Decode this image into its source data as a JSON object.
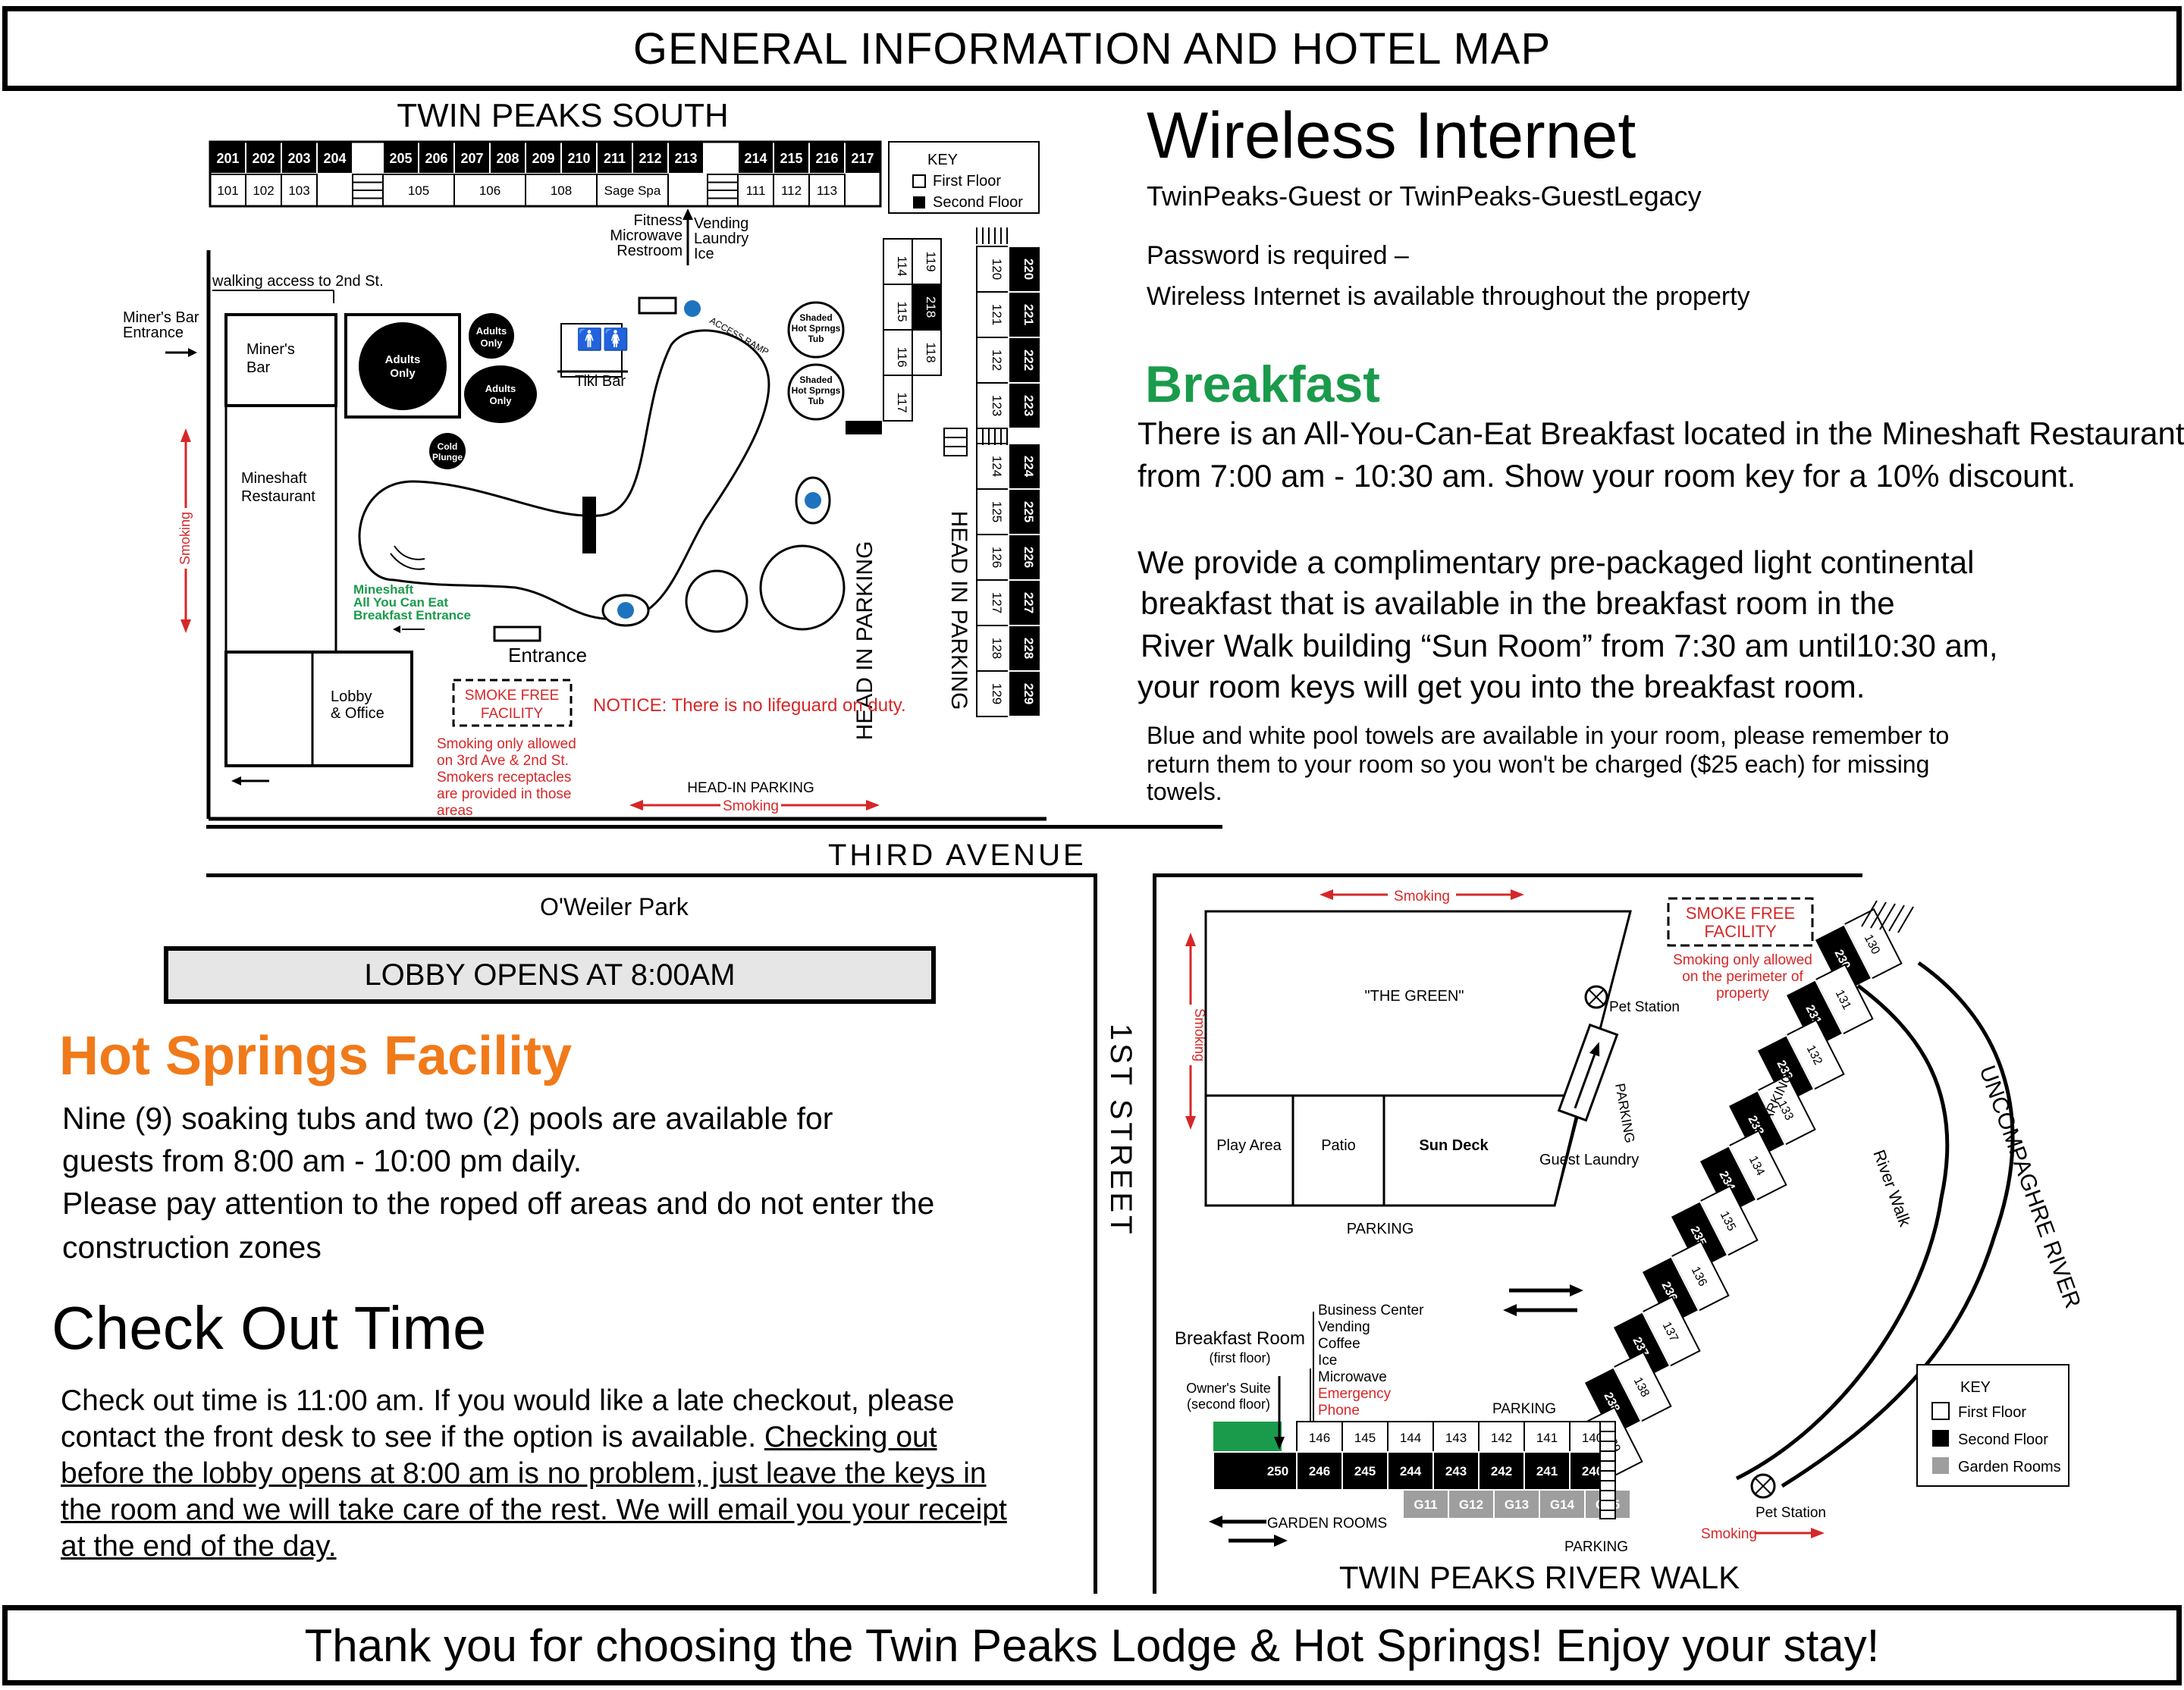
{
  "header": {
    "title": "GENERAL INFORMATION AND HOTEL MAP"
  },
  "footer": {
    "text": "Thank you for choosing the Twin Peaks Lodge & Hot Springs! Enjoy your stay!"
  },
  "colors": {
    "accent_green": "#1a9b4b",
    "accent_orange": "#f07a1a",
    "notice_red": "#d62728",
    "garden_gray": "#9e9e9e"
  },
  "wireless": {
    "title": "Wireless Internet",
    "networks": "TwinPeaks-Guest or TwinPeaks-GuestLegacy",
    "password": "Password is  required  –",
    "availability": "Wireless Internet is available throughout the property"
  },
  "breakfast": {
    "title": "Breakfast",
    "para1_line1": "There is an All-You-Can-Eat Breakfast located in the Mineshaft Restaurant",
    "para1_line2": "from 7:00 am - 10:30 am.  Show your room key for a 10% discount.",
    "para2_line1": "We provide a complimentary pre-packaged light continental",
    "para2_line2": "breakfast that is available in the breakfast room in the",
    "para2_line3": "River Walk building “Sun Room” from 7:30 am until10:30 am,",
    "para2_line4": "your room keys will get you into the breakfast room.",
    "towels_line1": "Blue and white pool towels are available in your room, please remember to",
    "towels_line2": "return them to your room so you won't be charged ($25 each) for missing",
    "towels_line3": "towels."
  },
  "south_map": {
    "title": "TWIN PEAKS SOUTH",
    "rooms_second_top": [
      "201",
      "202",
      "203",
      "204",
      "205",
      "206",
      "207",
      "208",
      "209",
      "210",
      "211",
      "212",
      "213",
      "214",
      "215",
      "216",
      "217"
    ],
    "rooms_first_top": [
      "101",
      "102",
      "103",
      "105",
      "106",
      "108",
      "Sage Spa",
      "111",
      "112",
      "113"
    ],
    "rooms_first_right": [
      "114",
      "115",
      "116",
      "117"
    ],
    "rooms_second_right_a": [
      "119",
      "218",
      "118"
    ],
    "rooms_first_far": [
      "120",
      "121",
      "122",
      "123",
      "124",
      "125",
      "126",
      "127",
      "128",
      "129"
    ],
    "rooms_second_far": [
      "220",
      "221",
      "222",
      "223",
      "224",
      "225",
      "226",
      "227",
      "228",
      "229"
    ],
    "key_title": "KEY",
    "key_first": "First Floor",
    "key_second": "Second Floor",
    "fitness": "Fitness",
    "microwave": "Microwave",
    "restroom": "Restroom",
    "vending": "Vending",
    "laundry": "Laundry",
    "ice": "Ice",
    "walking_access": "walking access to 2nd St.",
    "miners_bar_entrance_1": "Miner's Bar",
    "miners_bar_entrance_2": "Entrance",
    "miners_bar_1": "Miner's",
    "miners_bar_2": "Bar",
    "adults_only_1": "Adults",
    "adults_only_2": "Only",
    "tiki_bar": "Tiki Bar",
    "access_ramp": "ACCESS RAMP",
    "shaded_tub_1": "Shaded",
    "shaded_tub_2": "Hot Sprngs",
    "shaded_tub_3": "Tub",
    "cold_plunge_1": "Cold",
    "cold_plunge_2": "Plunge",
    "mineshaft_1": "Mineshaft",
    "mineshaft_2": "Restaurant",
    "smoking": "Smoking",
    "mineshaft_ent_1": "Mineshaft",
    "mineshaft_ent_2": "All You Can Eat",
    "mineshaft_ent_3": "Breakfast Entrance",
    "entrance": "Entrance",
    "lobby_1": "Lobby",
    "lobby_2": "& Office",
    "smoke_free_1": "SMOKE FREE",
    "smoke_free_2": "FACILITY",
    "notice": "NOTICE:    There is no lifeguard on duty.",
    "smoking_note_1": "Smoking only allowed",
    "smoking_note_2": "on 3rd Ave & 2nd St.",
    "smoking_note_3": "Smokers receptacles",
    "smoking_note_4": "are provided in those",
    "smoking_note_5": "areas",
    "head_in_parking": "HEAD IN PARKING",
    "head_in_parking_bottom": "HEAD-IN PARKING",
    "smoking_bottom": "Smoking"
  },
  "streets": {
    "third_ave": "THIRD AVENUE",
    "first_st": "1ST STREET"
  },
  "left_info": {
    "park": "O'Weiler Park",
    "lobby_opens": "LOBBY OPENS AT 8:00AM",
    "hot_springs_title": "Hot Springs Facility",
    "hs_line1": "Nine (9) soaking tubs and two (2) pools are available for",
    "hs_line2": "guests from 8:00 am - 10:00 pm daily.",
    "hs_line3": "Please pay attention to the roped off areas and do not enter the",
    "hs_line4": "construction zones",
    "checkout_title": "Check Out Time",
    "co_line1": "Check out time is 11:00 am. If you would like a late checkout, please",
    "co_line2a": "contact the front desk to see if the option is available. ",
    "co_line2b": "Checking out",
    "co_line3": "before the lobby opens at 8:00 am is no problem, just leave the keys in",
    "co_line4": "the room and we will take care of the rest. We will email you your receipt",
    "co_line5": "at the end of the day."
  },
  "riverwalk_map": {
    "title": "TWIN PEAKS RIVER WALK",
    "smoking": "Smoking",
    "the_green": "\"THE GREEN\"",
    "pet_station": "Pet Station",
    "parking": "PARKING",
    "guest_laundry": "Guest Laundry",
    "play_area": "Play Area",
    "patio": "Patio",
    "sun_deck": "Sun Deck",
    "smoke_free_1": "SMOKE FREE",
    "smoke_free_2": "FACILITY",
    "smoke_note_1": "Smoking only allowed",
    "smoke_note_2": "on the perimeter of",
    "smoke_note_3": "property",
    "river": "UNCOMPAGHRE RIVER",
    "river_walk": "River Walk",
    "breakfast_room": "Breakfast Room",
    "first_floor_note": "(first floor)",
    "owners_suite_1": "Owner's Suite",
    "owners_suite_2": "(second floor)",
    "business_1": "Business Center",
    "business_2": "Vending",
    "business_3": "Coffee",
    "business_4": "Ice",
    "business_5": "Microwave",
    "business_6": "Emergency",
    "business_7": "Phone",
    "garden_rooms": "GARDEN ROOMS",
    "rooms_first_row": [
      "146",
      "145",
      "144",
      "143",
      "142",
      "141",
      "140"
    ],
    "rooms_second_row": [
      "250",
      "246",
      "245",
      "244",
      "243",
      "242",
      "241",
      "240"
    ],
    "garden_row": [
      "G11",
      "G12",
      "G13",
      "G14",
      "G15"
    ],
    "diag_first": [
      "130",
      "131",
      "132",
      "133",
      "134",
      "135",
      "136",
      "137",
      "138",
      "139"
    ],
    "diag_second": [
      "230",
      "231",
      "232",
      "233",
      "234",
      "235",
      "236",
      "237",
      "238",
      "239"
    ],
    "key_title": "KEY",
    "key_first": "First Floor",
    "key_second": "Second Floor",
    "key_garden": "Garden Rooms"
  }
}
